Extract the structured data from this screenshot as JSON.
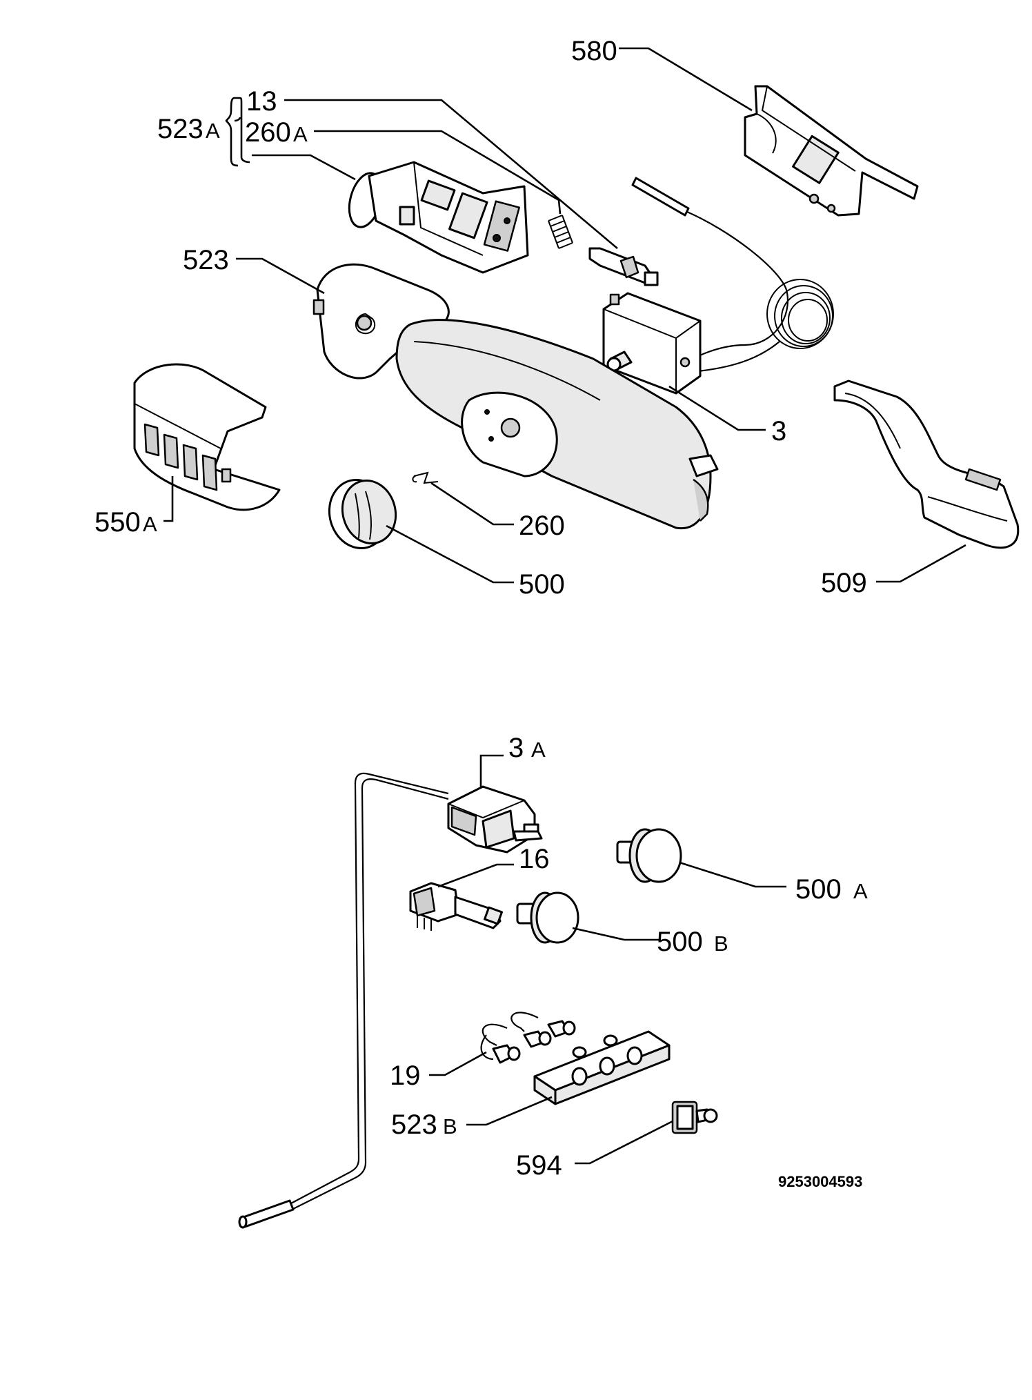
{
  "diagram": {
    "doc_code": "9253004593",
    "labels": {
      "l580": "580",
      "l13": "13",
      "l260a_num": "260",
      "l260a_suf": "A",
      "l523a_num": "523",
      "l523a_suf": "A",
      "l523": "523",
      "l3": "3",
      "l550a_num": "550",
      "l550a_suf": "A",
      "l260": "260",
      "l500": "500",
      "l509": "509",
      "l3a_num": "3",
      "l3a_suf": "A",
      "l16": "16",
      "l500a_num": "500",
      "l500a_suf": "A",
      "l500b_num": "500",
      "l500b_suf": "B",
      "l19": "19",
      "l523b_num": "523",
      "l523b_suf": "B",
      "l594": "594"
    }
  }
}
